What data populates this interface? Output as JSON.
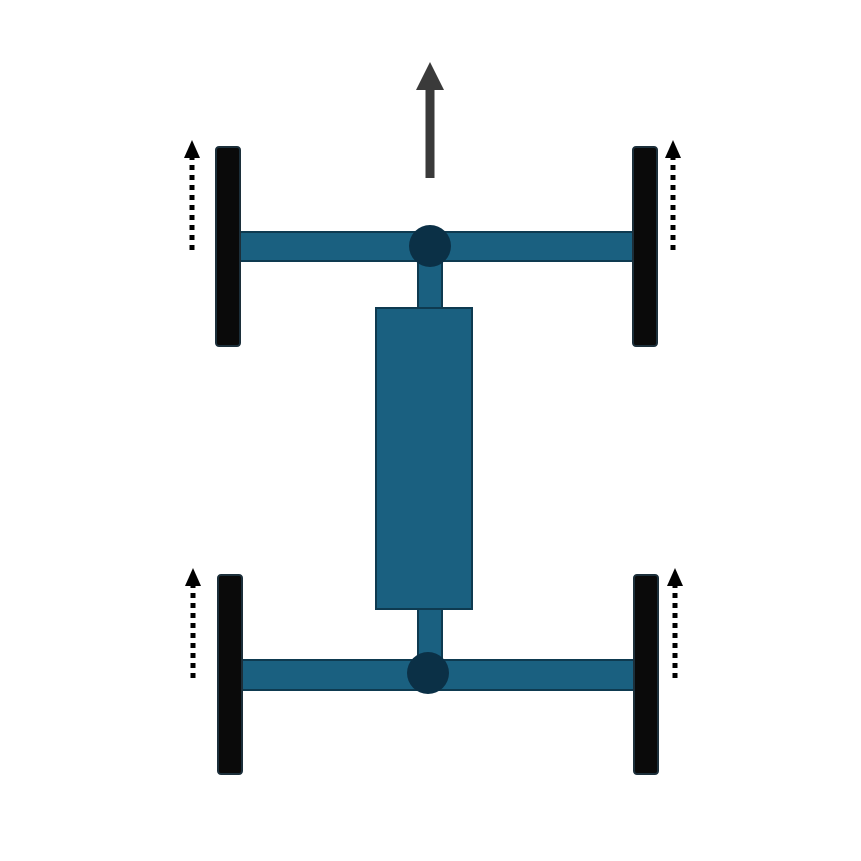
{
  "diagram": {
    "type": "drivetrain-schematic",
    "colors": {
      "background": "#ffffff",
      "frame": "#1a6080",
      "frame_stroke": "#0e3a50",
      "joint": "#0b3046",
      "wheel": "#0a0a0a",
      "direction_arrow": "#3a3a3a",
      "wheel_arrow": "#000000"
    },
    "components": {
      "front_axle": "front-axle",
      "rear_axle": "rear-axle",
      "drive_shaft": "drive-shaft",
      "body": "center-body",
      "wheels": [
        "front-left-wheel",
        "front-right-wheel",
        "rear-left-wheel",
        "rear-right-wheel"
      ],
      "joints": [
        "front-joint",
        "rear-joint"
      ]
    },
    "motion": {
      "vehicle_direction": "up",
      "wheel_directions": [
        "up",
        "up",
        "up",
        "up"
      ],
      "wheel_arrow_style": "dotted"
    }
  }
}
